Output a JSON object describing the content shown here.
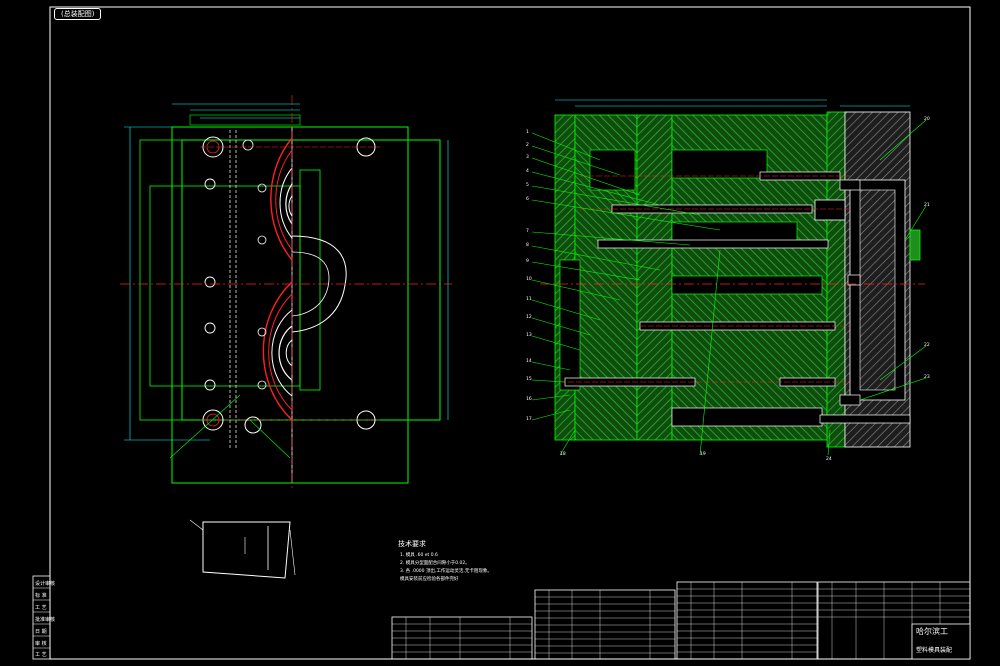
{
  "drawing": {
    "corner_tag": "(总装配图)",
    "tech_req": {
      "title": "技术要求",
      "lines": [
        "1. 模具 .60 et 0.6",
        "2. 模具分型面配合间隙小于0.02。",
        "3. 各 .0000 顶出,工作运动灵活,无卡阻现象。",
        "模具安装前应检验各部件完好"
      ]
    },
    "left_strip": [
      "设计审核",
      "标 准",
      "工 艺",
      "批准审核",
      "日 期",
      "审 核",
      "工 艺"
    ],
    "title_block": {
      "school": "哈尔滨工",
      "drawing_name": "塑料模具装配"
    },
    "part_numbers_left": [
      "1",
      "2",
      "3",
      "4",
      "5",
      "6",
      "7",
      "8",
      "9",
      "10",
      "11",
      "12",
      "13",
      "14",
      "15",
      "16",
      "17",
      "18",
      "19"
    ],
    "part_numbers_right": [
      "20",
      "21",
      "22",
      "23",
      "24"
    ],
    "colors": {
      "background": "#000000",
      "frame": "#ffffff",
      "outline": "#00ff00",
      "hatch": "#2e8b2e",
      "center": "#ff2020",
      "dim": "#00ffff"
    }
  }
}
